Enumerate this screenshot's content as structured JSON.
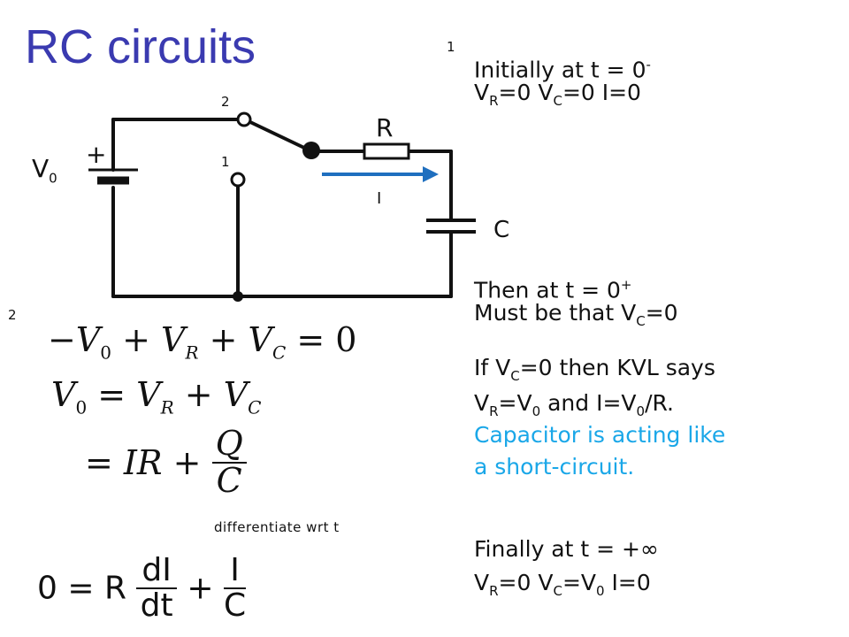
{
  "title": "RC circuits",
  "labels": {
    "num_top_right": "1",
    "num_switch_2": "2",
    "num_switch_1": "1",
    "num_left_2": "2",
    "resistor": "R",
    "capacitor": "C",
    "current": "I",
    "battery_plus": "+",
    "battery_V": "V",
    "battery_sub": "0"
  },
  "notes": {
    "initially": {
      "line1": "Initially at t = 0",
      "line1_sup": "-",
      "line2": {
        "vr": "V",
        "vr_sub": "R",
        "vr_val": "=0  V",
        "vc_sub": "C",
        "vc_val": "=0 I=0"
      }
    },
    "then": {
      "line1": "Then at t = 0",
      "line1_sup": "+",
      "line2": "Must be that  V",
      "line2_sub": "C",
      "line2_end": "=0"
    },
    "kvl": {
      "l1a": "If V",
      "l1_sub": "C",
      "l1b": "=0 then KVL says",
      "l2a": "V",
      "l2_sub1": "R",
      "l2b": "=V",
      "l2_sub2": "0",
      "l2c": " and I=V",
      "l2_sub3": "0",
      "l2d": "/R.",
      "l3": "Capacitor is acting like",
      "l4": "a short-circuit."
    },
    "finally": {
      "line1": "Finally at t = +∞",
      "line2": {
        "a": "V",
        "a_sub": "R",
        "b": "=0  V",
        "b_sub": "C",
        "c": "=V",
        "c_sub": "0",
        "d": " I=0"
      }
    }
  },
  "equations": {
    "eq1": {
      "a": "−V",
      "a_sub": "0",
      "b": " + V",
      "b_sub": "R",
      "c": " + V",
      "c_sub": "C",
      "d": " = 0"
    },
    "eq2": {
      "a": "V",
      "a_sub": "0",
      "b": " = V",
      "b_sub": "R",
      "c": " + V",
      "c_sub": "C"
    },
    "eq3": {
      "a": "= IR +",
      "num": "Q",
      "den": "C"
    },
    "diff_note": "differentiate wrt t",
    "eq4": {
      "a": "0 = R",
      "n1": "dI",
      "d1": "dt",
      "plus": "+",
      "n2": "I",
      "d2": "C"
    }
  },
  "colors": {
    "title": "#3a3ab0",
    "accent": "#1aa7e8",
    "arrow": "#1f6fbf"
  }
}
